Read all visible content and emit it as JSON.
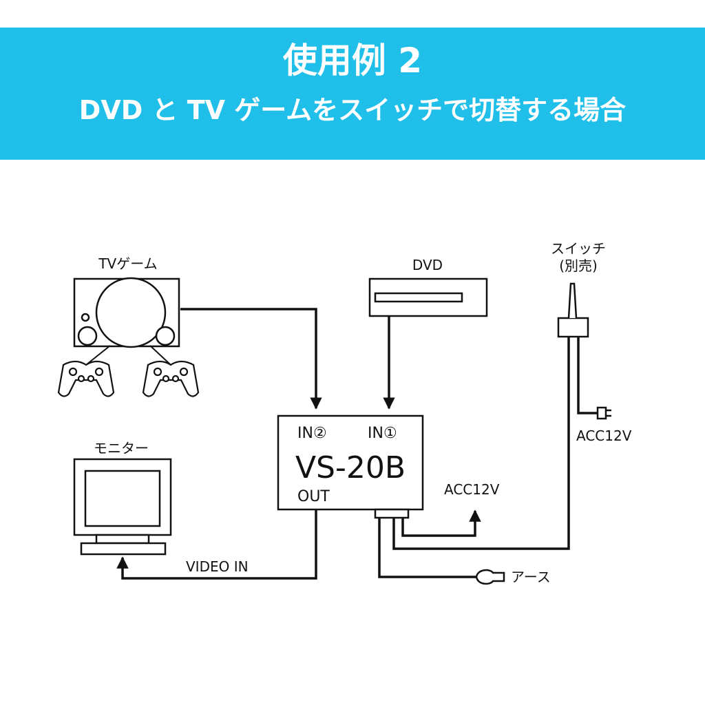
{
  "header": {
    "title": "使用例 2",
    "subtitle": "DVD と TV ゲームをスイッチで切替する場合"
  },
  "devices": {
    "game": "TVゲーム",
    "dvd": "DVD",
    "switch_line1": "スイッチ",
    "switch_line2": "(別売)",
    "monitor": "モニター"
  },
  "unit": {
    "model": "VS-20B",
    "in2": "IN②",
    "in1": "IN①",
    "out": "OUT"
  },
  "labels": {
    "acc_unit": "ACC12V",
    "acc_switch": "ACC12V",
    "video_in": "VIDEO IN",
    "ground": "アース"
  },
  "colors": {
    "banner": "#1fbfea",
    "line": "#111111"
  }
}
